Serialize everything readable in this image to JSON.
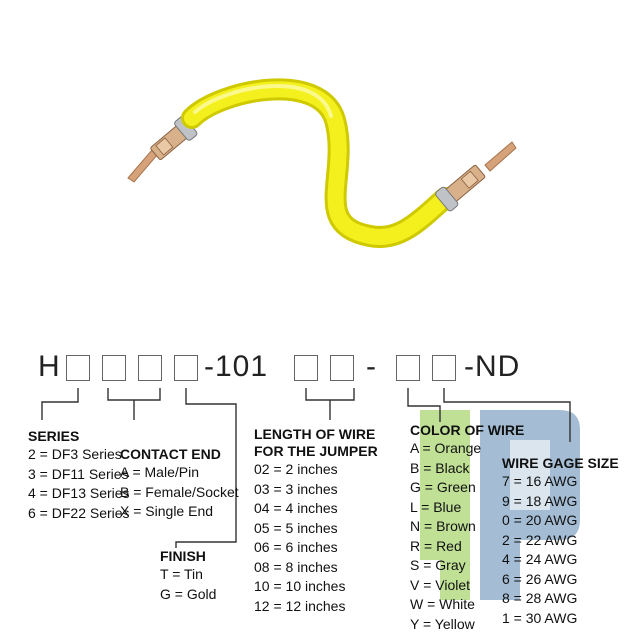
{
  "part_number": {
    "prefix": "H",
    "middle": "-101",
    "sep": "-",
    "suffix": "-ND"
  },
  "series": {
    "heading": "SERIES",
    "items": [
      "2 = DF3 Series",
      "3 = DF11 Series",
      "4 = DF13 Series",
      "6 = DF22 Series"
    ]
  },
  "contact_end": {
    "heading": "CONTACT END",
    "items": [
      "A = Male/Pin",
      "B = Female/Socket",
      "X = Single End"
    ]
  },
  "finish": {
    "heading": "FINISH",
    "items": [
      "T = Tin",
      "G = Gold"
    ]
  },
  "length": {
    "heading_line1": "LENGTH OF WIRE",
    "heading_line2": "FOR THE JUMPER",
    "items": [
      "02 = 2 inches",
      "03 = 3 inches",
      "04 = 4 inches",
      "05 = 5 inches",
      "06 = 6 inches",
      "08 = 8 inches",
      "10 = 10 inches",
      "12 = 12 inches"
    ]
  },
  "color": {
    "heading": "COLOR OF WIRE",
    "items": [
      "A = Orange",
      "B = Black",
      "G = Green",
      "L = Blue",
      "N = Brown",
      "R = Red",
      "S = Gray",
      "V = Violet",
      "W = White",
      "Y = Yellow"
    ]
  },
  "gage": {
    "heading": "WIRE GAGE SIZE",
    "items": [
      "7 = 16 AWG",
      "9 = 18 AWG",
      "0 = 20 AWG",
      "2 = 22 AWG",
      "4 = 24 AWG",
      "6 = 26 AWG",
      "8 = 28 AWG",
      "1 = 30 AWG"
    ]
  },
  "colors": {
    "wire": "#f4f01e",
    "wire_shade": "#d9d400",
    "contact": "#d8a878",
    "text": "#111111",
    "watermark_green": "#8cc63f",
    "watermark_blue": "#5a87b0"
  },
  "icons": {
    "product": "jumper-wire-photo",
    "watermark": "brand-watermark-icon"
  }
}
